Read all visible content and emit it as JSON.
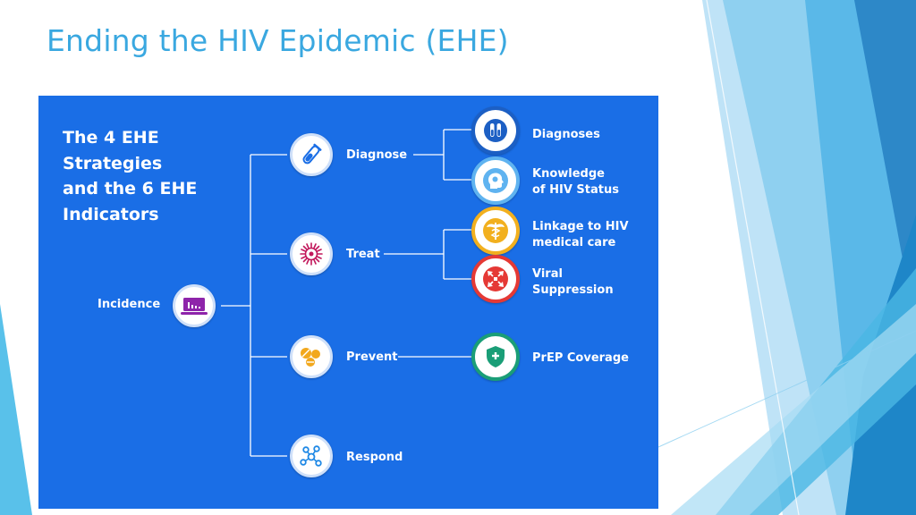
{
  "slide": {
    "title": "Ending the HIV Epidemic (EHE)",
    "title_color": "#3aa8e0"
  },
  "diagram": {
    "heading": [
      "The 4 EHE",
      "Strategies",
      "and the 6 EHE",
      "Indicators"
    ],
    "root": {
      "label": "Incidence",
      "icon": "laptop-chart-icon",
      "color": "#8e24aa"
    },
    "strategies": [
      {
        "label": "Diagnose",
        "icon": "test-tube-icon"
      },
      {
        "label": "Treat",
        "icon": "virus-cell-icon"
      },
      {
        "label": "Prevent",
        "icon": "pills-icon"
      },
      {
        "label": "Respond",
        "icon": "network-icon"
      }
    ],
    "indicators": [
      {
        "lines": [
          "Diagnoses"
        ],
        "icon": "test-tubes-icon",
        "ring_color": "#1c5fc4"
      },
      {
        "lines": [
          "Knowledge",
          "of HIV Status"
        ],
        "icon": "head-profile-icon",
        "ring_color": "#5fb3f0"
      },
      {
        "lines": [
          "Linkage to HIV",
          "medical care"
        ],
        "icon": "caduceus-icon",
        "ring_color": "#f2b01e"
      },
      {
        "lines": [
          "Viral",
          "Suppression"
        ],
        "icon": "converging-arrows-icon",
        "ring_color": "#e53935"
      },
      {
        "lines": [
          "PrEP Coverage"
        ],
        "icon": "shield-icon",
        "ring_color": "#1a9e77"
      }
    ],
    "colors": {
      "panel": "#1a6ee6",
      "text": "#ffffff",
      "connector": "#ffffff"
    }
  }
}
